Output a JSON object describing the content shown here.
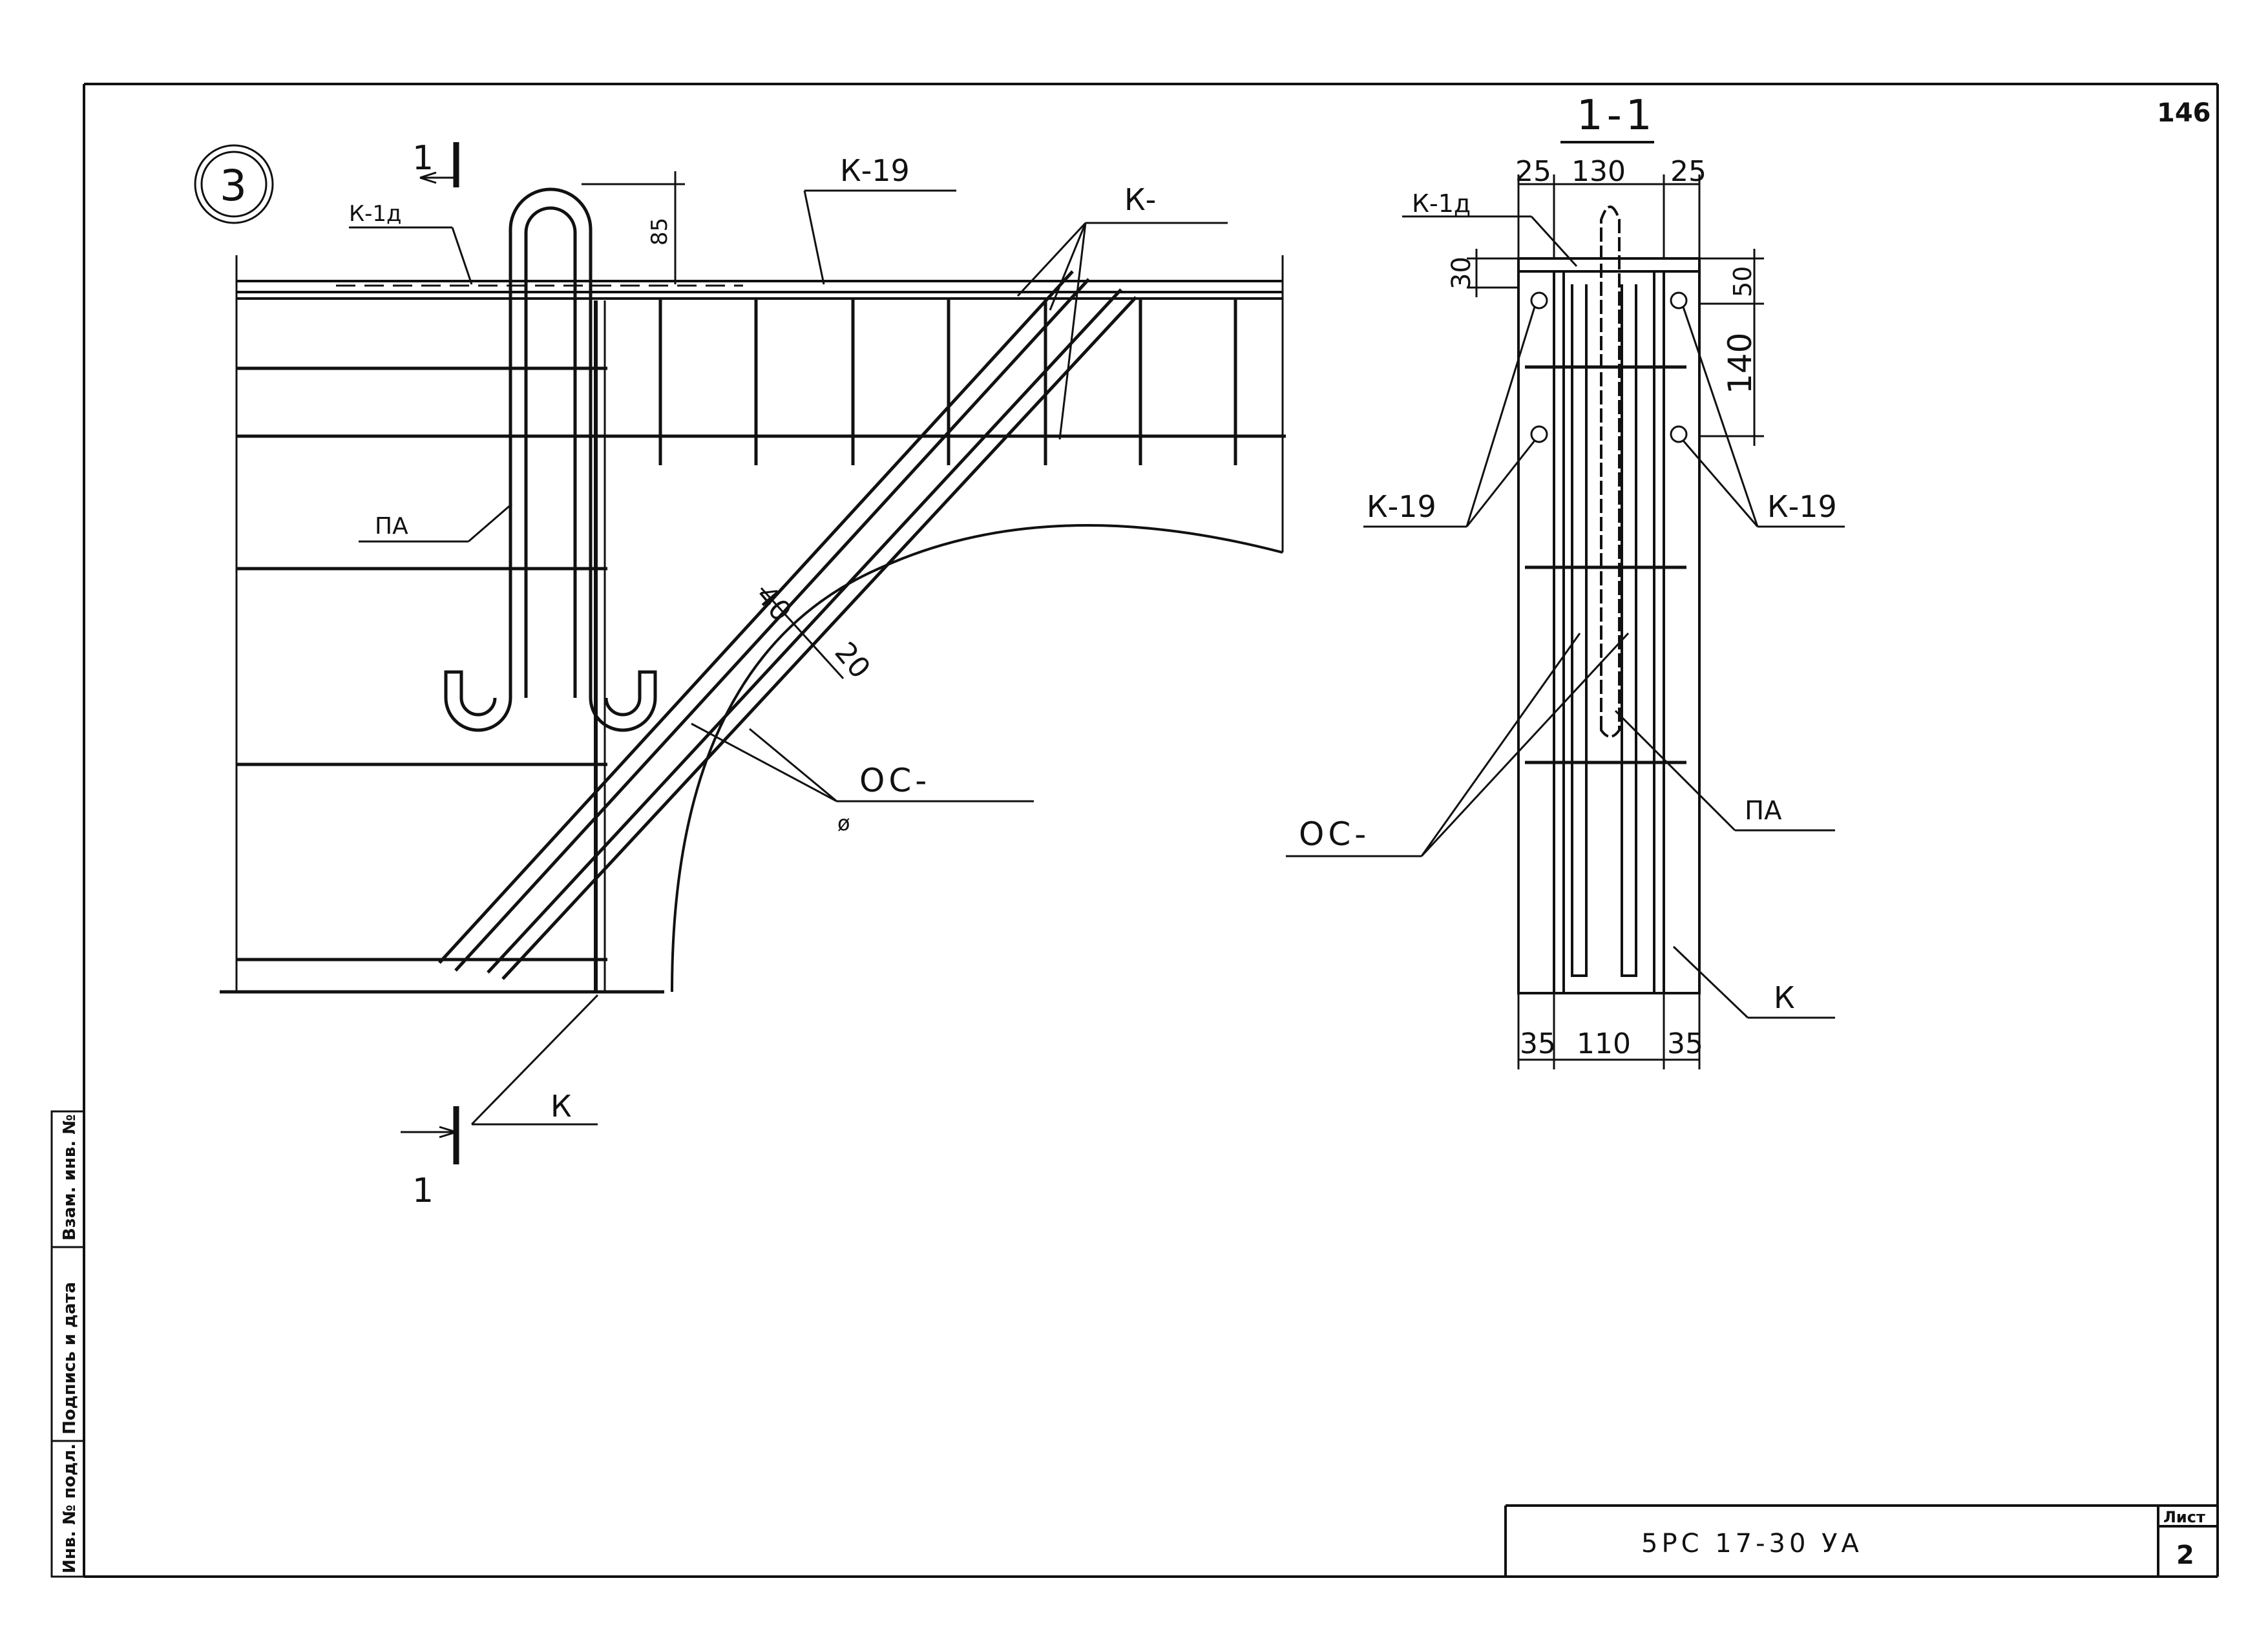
{
  "sheet_corner_number": "146",
  "detail_marker": "3",
  "elevation_view": {
    "labels": {
      "k19": "К-19",
      "k_top": "К-",
      "k1d": "К-1д",
      "pa": "ПА",
      "os": "ОС-",
      "os_sub": "ø",
      "k_bottom": "К",
      "cut_top": "1",
      "cut_bottom": "1"
    },
    "dimensions": {
      "d85": "85",
      "d40": "40",
      "d20": "20"
    }
  },
  "section_view": {
    "title": "1-1",
    "labels": {
      "k1d": "К-1д",
      "k19_left": "К-19",
      "k19_right": "К-19",
      "pa": "ПА",
      "os": "ОС-",
      "k": "К"
    },
    "dimensions": {
      "top_left": "25",
      "top_mid": "130",
      "top_right": "25",
      "d30": "30",
      "d50": "50",
      "d140": "140",
      "bot_left": "35",
      "bot_mid": "110",
      "bot_right": "35"
    }
  },
  "side_stamp": {
    "cells": [
      "Инв. № подл.",
      "Подпись и дата",
      "Взам. инв. №"
    ]
  },
  "title_block": {
    "document_code": "5РС 17-30 УА",
    "sheet_label": "Лист",
    "sheet_number": "2"
  }
}
